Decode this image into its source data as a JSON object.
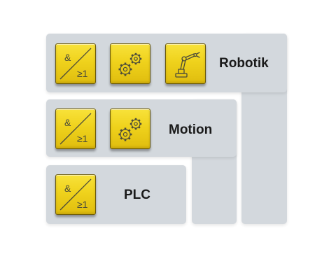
{
  "layers": [
    {
      "id": "robotik",
      "label": "Robotik",
      "icons": [
        "logic-icon",
        "gears-icon",
        "robot-arm-icon"
      ]
    },
    {
      "id": "motion",
      "label": "Motion",
      "icons": [
        "logic-icon",
        "gears-icon"
      ]
    },
    {
      "id": "plc",
      "label": "PLC",
      "icons": [
        "logic-icon"
      ]
    }
  ],
  "logic_symbol": {
    "top": "&",
    "bottom": "≥1"
  },
  "colors": {
    "panel": "#d3d8dd",
    "tile_top": "#f8e23a",
    "tile_bottom": "#e0bd0e",
    "icon_stroke": "#4a4a3a",
    "text": "#1a1a1a"
  }
}
